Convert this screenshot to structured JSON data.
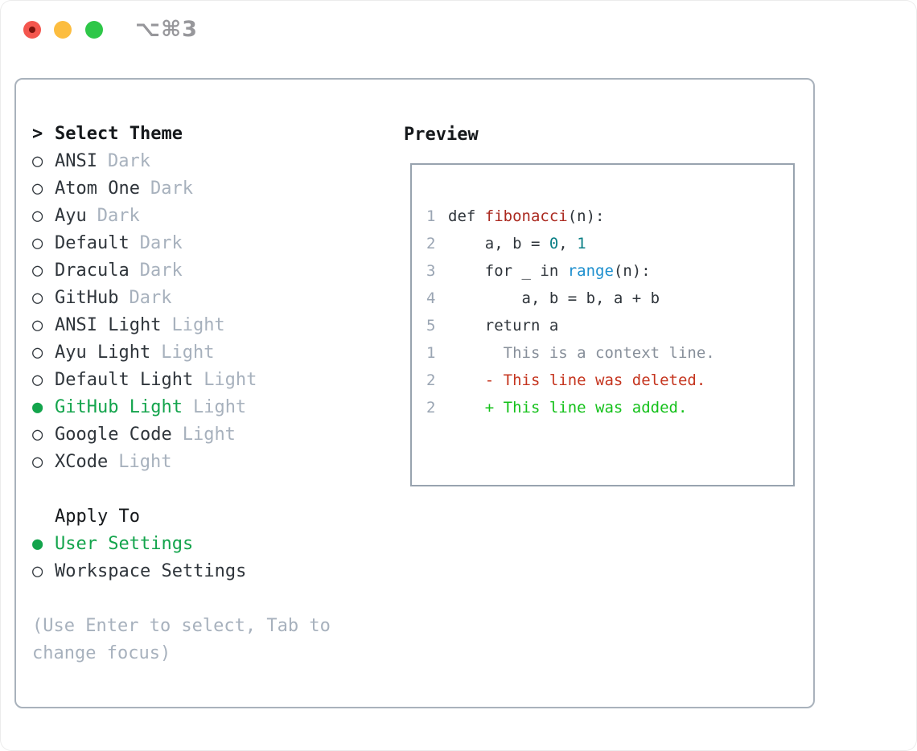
{
  "window": {
    "title": "⌥⌘3",
    "traffic_lights": [
      "close",
      "minimize",
      "zoom"
    ]
  },
  "left": {
    "header": {
      "marker": ">",
      "label": "Select Theme"
    },
    "themes": [
      {
        "name": "ANSI",
        "variant": "Dark",
        "selected": false
      },
      {
        "name": "Atom One",
        "variant": "Dark",
        "selected": false
      },
      {
        "name": "Ayu",
        "variant": "Dark",
        "selected": false
      },
      {
        "name": "Default",
        "variant": "Dark",
        "selected": false
      },
      {
        "name": "Dracula",
        "variant": "Dark",
        "selected": false
      },
      {
        "name": "GitHub",
        "variant": "Dark",
        "selected": false
      },
      {
        "name": "ANSI Light",
        "variant": "Light",
        "selected": false
      },
      {
        "name": "Ayu Light",
        "variant": "Light",
        "selected": false
      },
      {
        "name": "Default Light",
        "variant": "Light",
        "selected": false
      },
      {
        "name": "GitHub Light",
        "variant": "Light",
        "selected": true
      },
      {
        "name": "Google Code",
        "variant": "Light",
        "selected": false
      },
      {
        "name": "XCode",
        "variant": "Light",
        "selected": false
      }
    ],
    "apply_header": "Apply To",
    "apply_options": [
      {
        "label": "User Settings",
        "selected": true
      },
      {
        "label": "Workspace Settings",
        "selected": false
      }
    ],
    "hint_lines": [
      "(Use Enter to select, Tab to",
      "change focus)"
    ],
    "markers": {
      "unselected": "○",
      "selected": "●"
    }
  },
  "preview": {
    "label": "Preview",
    "lines": [
      {
        "num": "1",
        "tokens": [
          [
            "def ",
            "fg"
          ],
          [
            "fibonacci",
            "func"
          ],
          [
            "(n):",
            "fg"
          ]
        ]
      },
      {
        "num": "2",
        "tokens": [
          [
            "    a, b = ",
            "fg"
          ],
          [
            "0",
            "lit"
          ],
          [
            ", ",
            "fg"
          ],
          [
            "1",
            "lit"
          ]
        ]
      },
      {
        "num": "3",
        "tokens": [
          [
            "    for _ in ",
            "fg"
          ],
          [
            "range",
            "builtin"
          ],
          [
            "(n):",
            "fg"
          ]
        ]
      },
      {
        "num": "4",
        "tokens": [
          [
            "        a, b = b, a + b",
            "fg"
          ]
        ]
      },
      {
        "num": "5",
        "tokens": [
          [
            "    return a",
            "fg"
          ]
        ]
      },
      {
        "num": "",
        "tokens": []
      },
      {
        "num": "1",
        "tokens": [
          [
            "      This is a context line.",
            "context"
          ]
        ]
      },
      {
        "num": "2",
        "tokens": [
          [
            "    - This line was deleted.",
            "deleted"
          ]
        ]
      },
      {
        "num": "2",
        "tokens": [
          [
            "    + This line was added.",
            "added"
          ]
        ]
      }
    ]
  },
  "colors": {
    "fg": "#2f353b",
    "near_black": "#15181b",
    "muted": "#a7b1bd",
    "linenum": "#9aa5b3",
    "context_gray": "#878f9a",
    "func_red": "#ab2a20",
    "literal_teal": "#0b7f85",
    "builtin_blue": "#1d8fce",
    "deleted_red": "#c5351f",
    "added_green": "#14c11a",
    "select_green": "#13a44c",
    "panel_border": "#a9b2bc",
    "box_border": "#98a3af",
    "title_gray": "#97979b",
    "traffic_red": "#f4564e",
    "traffic_red_dot": "#7c130d",
    "traffic_yellow": "#fcbd3f",
    "traffic_green": "#2ec748"
  }
}
